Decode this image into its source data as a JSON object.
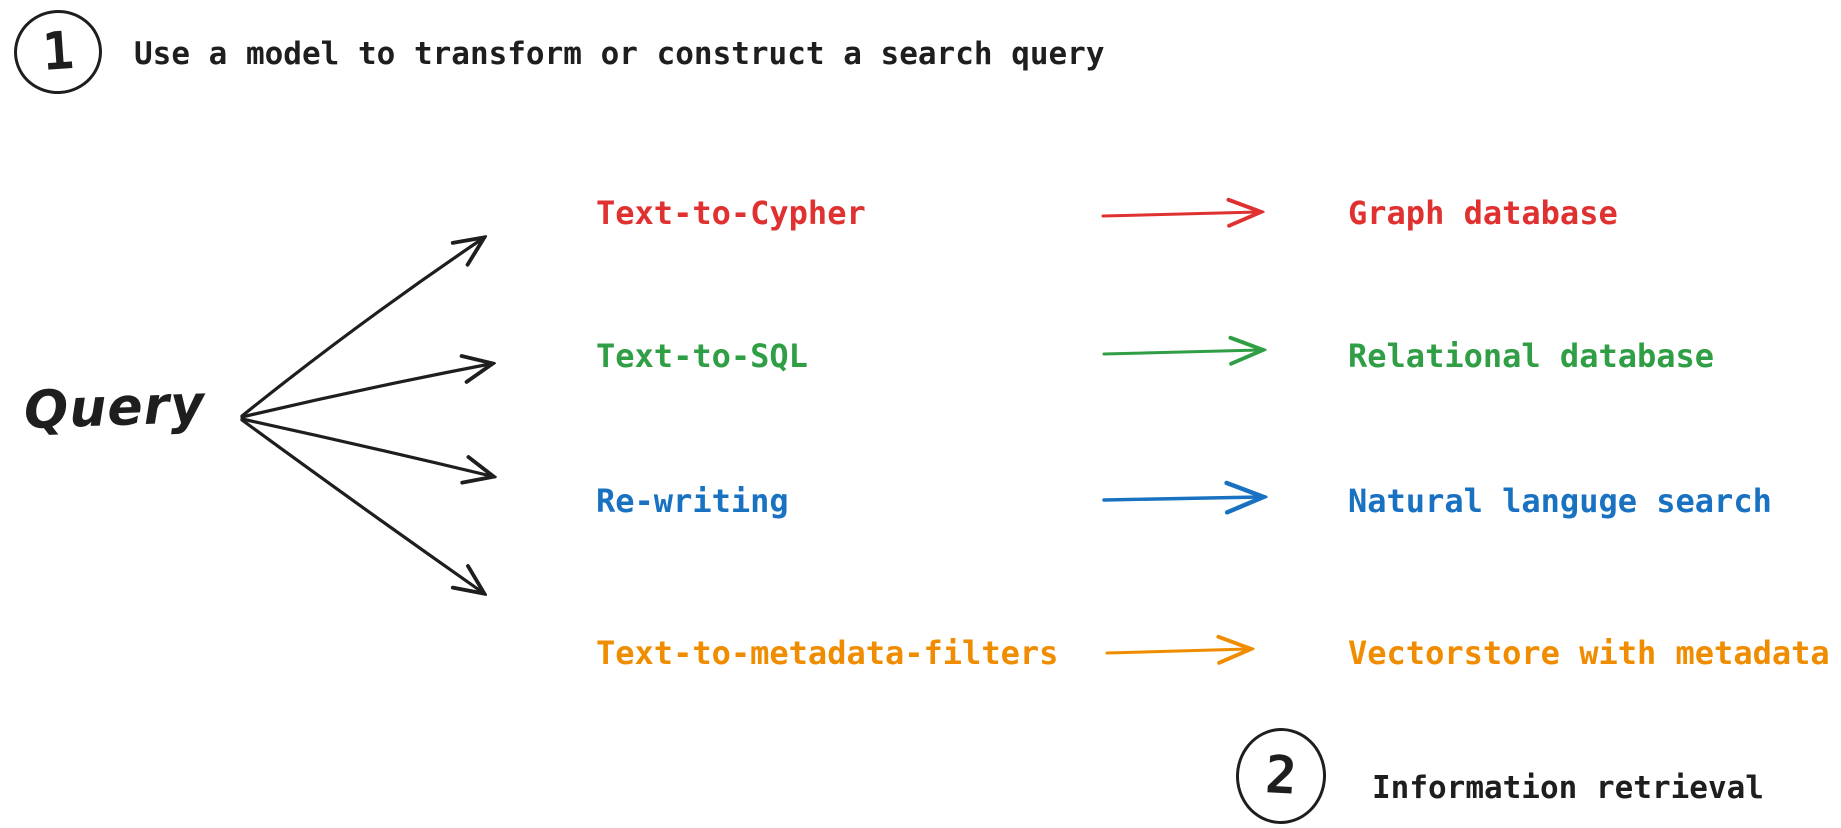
{
  "title": "Query transformation diagram",
  "colors": {
    "ink": "#1e1e1e",
    "red": "#e03131",
    "green": "#2f9e44",
    "blue": "#1971c2",
    "orange": "#f08c00",
    "background": "#ffffff"
  },
  "steps": {
    "step1": {
      "number": "1",
      "label": "Use a model to transform or construct a search query"
    },
    "step2": {
      "number": "2",
      "label": "Information retrieval"
    }
  },
  "query_node": {
    "label": "Query"
  },
  "rows": [
    {
      "method": "Text-to-Cypher",
      "target": "Graph database",
      "color": "#e03131"
    },
    {
      "method": "Text-to-SQL",
      "target": "Relational database",
      "color": "#2f9e44"
    },
    {
      "method": "Re-writing",
      "target": "Natural languge search",
      "color": "#1971c2"
    },
    {
      "method": "Text-to-metadata-filters",
      "target": "Vectorstore with metadata",
      "color": "#f08c00"
    }
  ]
}
